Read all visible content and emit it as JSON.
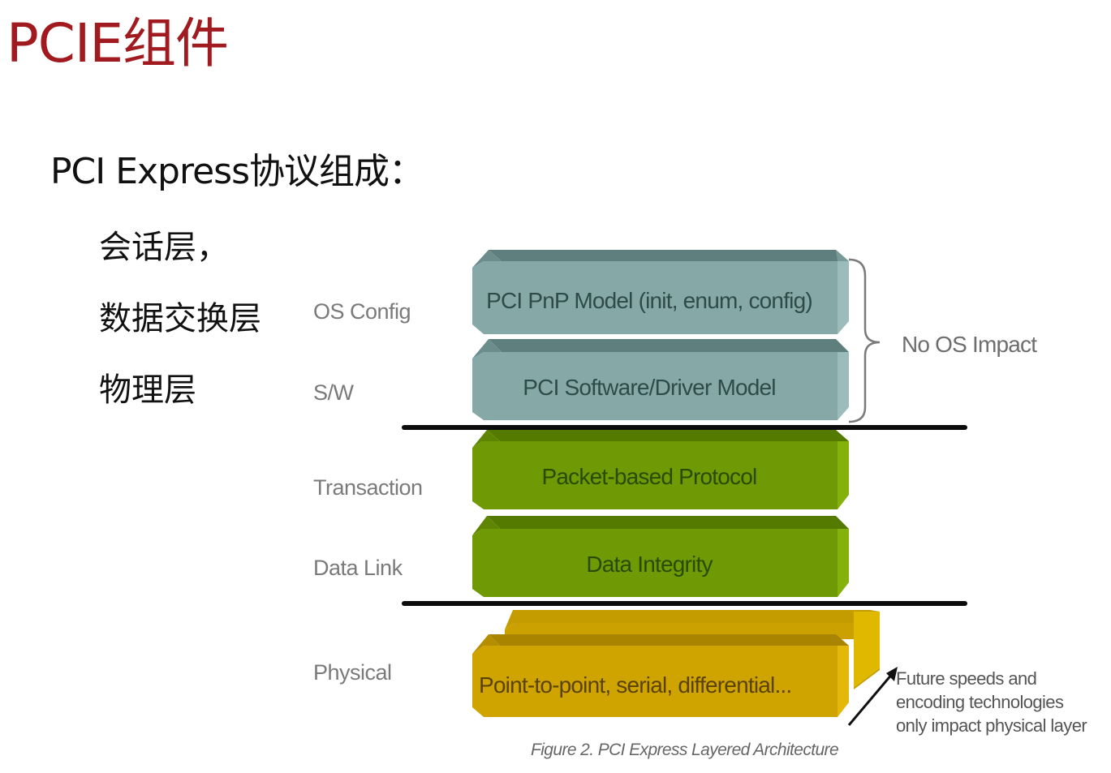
{
  "slide": {
    "title": "PCIE组件",
    "subtitle": "PCI Express协议组成：",
    "bullets": [
      "会话层，",
      "数据交换层",
      "物理层"
    ]
  },
  "diagram": {
    "layer_labels": {
      "os_config": "OS Config",
      "sw": "S/W",
      "transaction": "Transaction",
      "data_link": "Data Link",
      "physical": "Physical"
    },
    "blocks": {
      "pnp_model": "PCI PnP Model (init, enum, config)",
      "software_driver_model": "PCI Software/Driver Model",
      "packet_protocol": "Packet-based Protocol",
      "data_integrity": "Data Integrity",
      "physical": "Point-to-point, serial, differential..."
    },
    "colors": {
      "software_block": "#86a9a8",
      "link_block": "#6f9a05",
      "physical_block": "#d0a400",
      "title": "#a11a1f"
    },
    "brace_note": "No OS Impact",
    "future_note": "Future speeds and\nencoding technologies\nonly impact physical layer",
    "caption": "Figure 2. PCI Express Layered Architecture"
  }
}
